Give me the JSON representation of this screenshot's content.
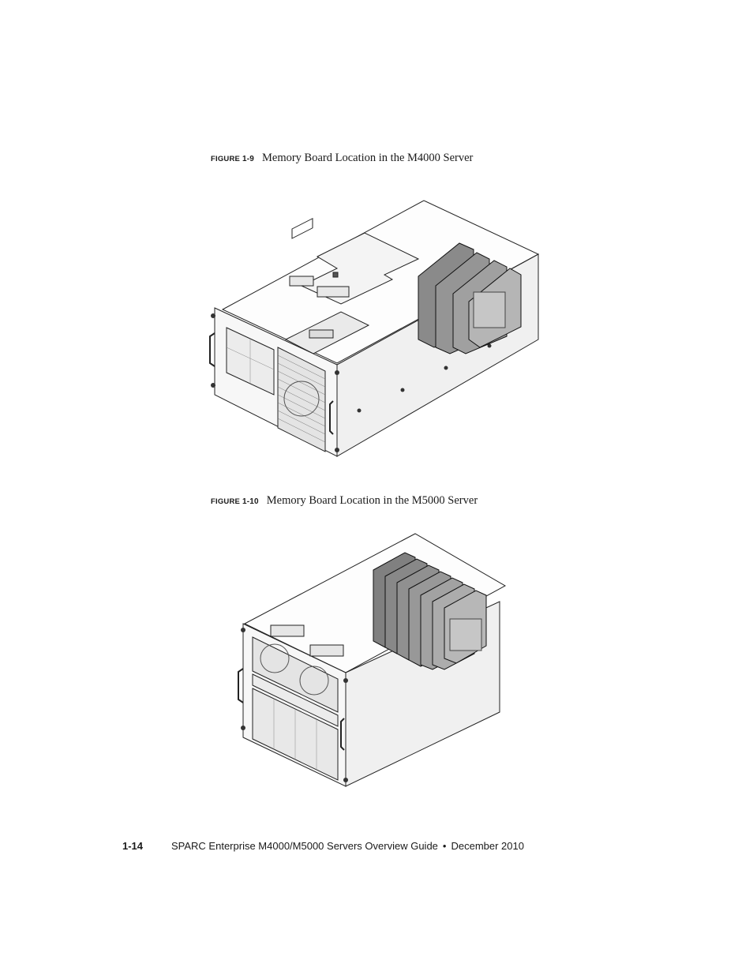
{
  "figures": [
    {
      "label": "FIGURE",
      "number": "1-9",
      "title": "Memory Board Location in the M4000 Server"
    },
    {
      "label": "FIGURE",
      "number": "1-10",
      "title": "Memory Board Location in the M5000 Server"
    }
  ],
  "footer": {
    "page_number": "1-14",
    "title": "SPARC Enterprise M4000/M5000 Servers Overview Guide",
    "separator": "•",
    "date": "December 2010"
  },
  "colors": {
    "line": "#222222",
    "board_fill": "#8a8a8a",
    "board_light": "#b5b5b5"
  }
}
